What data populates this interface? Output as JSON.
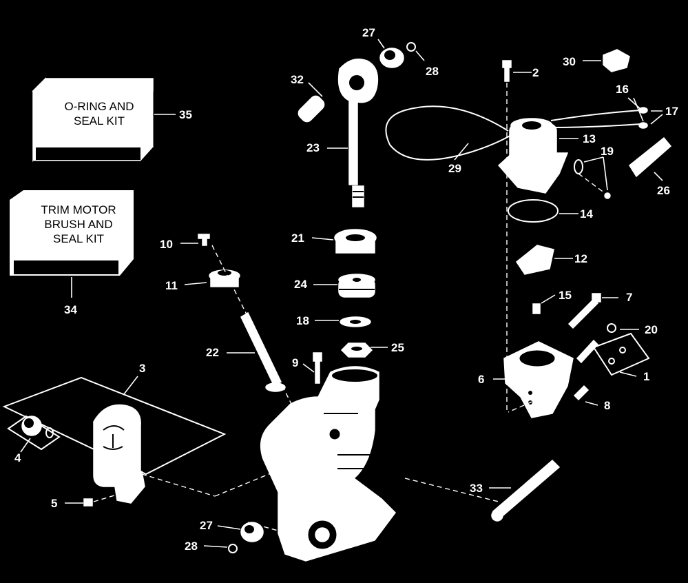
{
  "kits": [
    {
      "id": "kit-35",
      "text": "O-RING AND\nSEAL KIT"
    },
    {
      "id": "kit-34",
      "text": "TRIM MOTOR\nBRUSH AND\nSEAL KIT"
    }
  ],
  "callouts": [
    "1",
    "2",
    "3",
    "4",
    "5",
    "6",
    "7",
    "8",
    "9",
    "10",
    "11",
    "12",
    "13",
    "14",
    "15",
    "16",
    "17",
    "18",
    "19",
    "20",
    "21",
    "22",
    "23",
    "24",
    "25",
    "26",
    "27",
    "28",
    "29",
    "30",
    "32",
    "33",
    "34",
    "35",
    "27",
    "28"
  ]
}
